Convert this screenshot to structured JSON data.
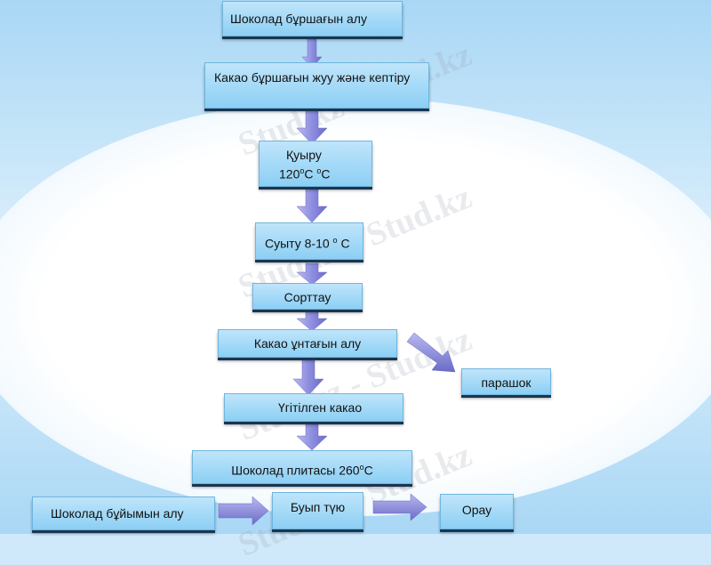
{
  "nodes": {
    "n1": "Шоколад бұршағын алу",
    "n2": "Какао бұршағын жуу және кептіру",
    "n3_line1": "Қуыру",
    "n3_line2_pre": "120",
    "n3_line2_sup1": "o",
    "n3_line2_mid": "C ",
    "n3_line2_sup2": "o",
    "n3_line2_post": "C",
    "n4_pre": "Суыту 8-10 ",
    "n4_sup": "o",
    "n4_post": " C",
    "n5": "Сорттау",
    "n6": "Какао ұнтағын алу",
    "n7": "парашок",
    "n8": "Үгітілген какао",
    "n9_pre": "Шоколад плитасы 260",
    "n9_sup": "o",
    "n9_post": "C",
    "n10": "Шоколад бұйымын алу",
    "n11": "Буып түю",
    "n12": "Орау"
  },
  "watermark": "Stud.kz - Stud.kz",
  "colors": {
    "box_top": "#bfe5fb",
    "box_bottom": "#8ccff4",
    "arrow_fill": "#8e8ee0",
    "background": "#cfe9fb"
  }
}
